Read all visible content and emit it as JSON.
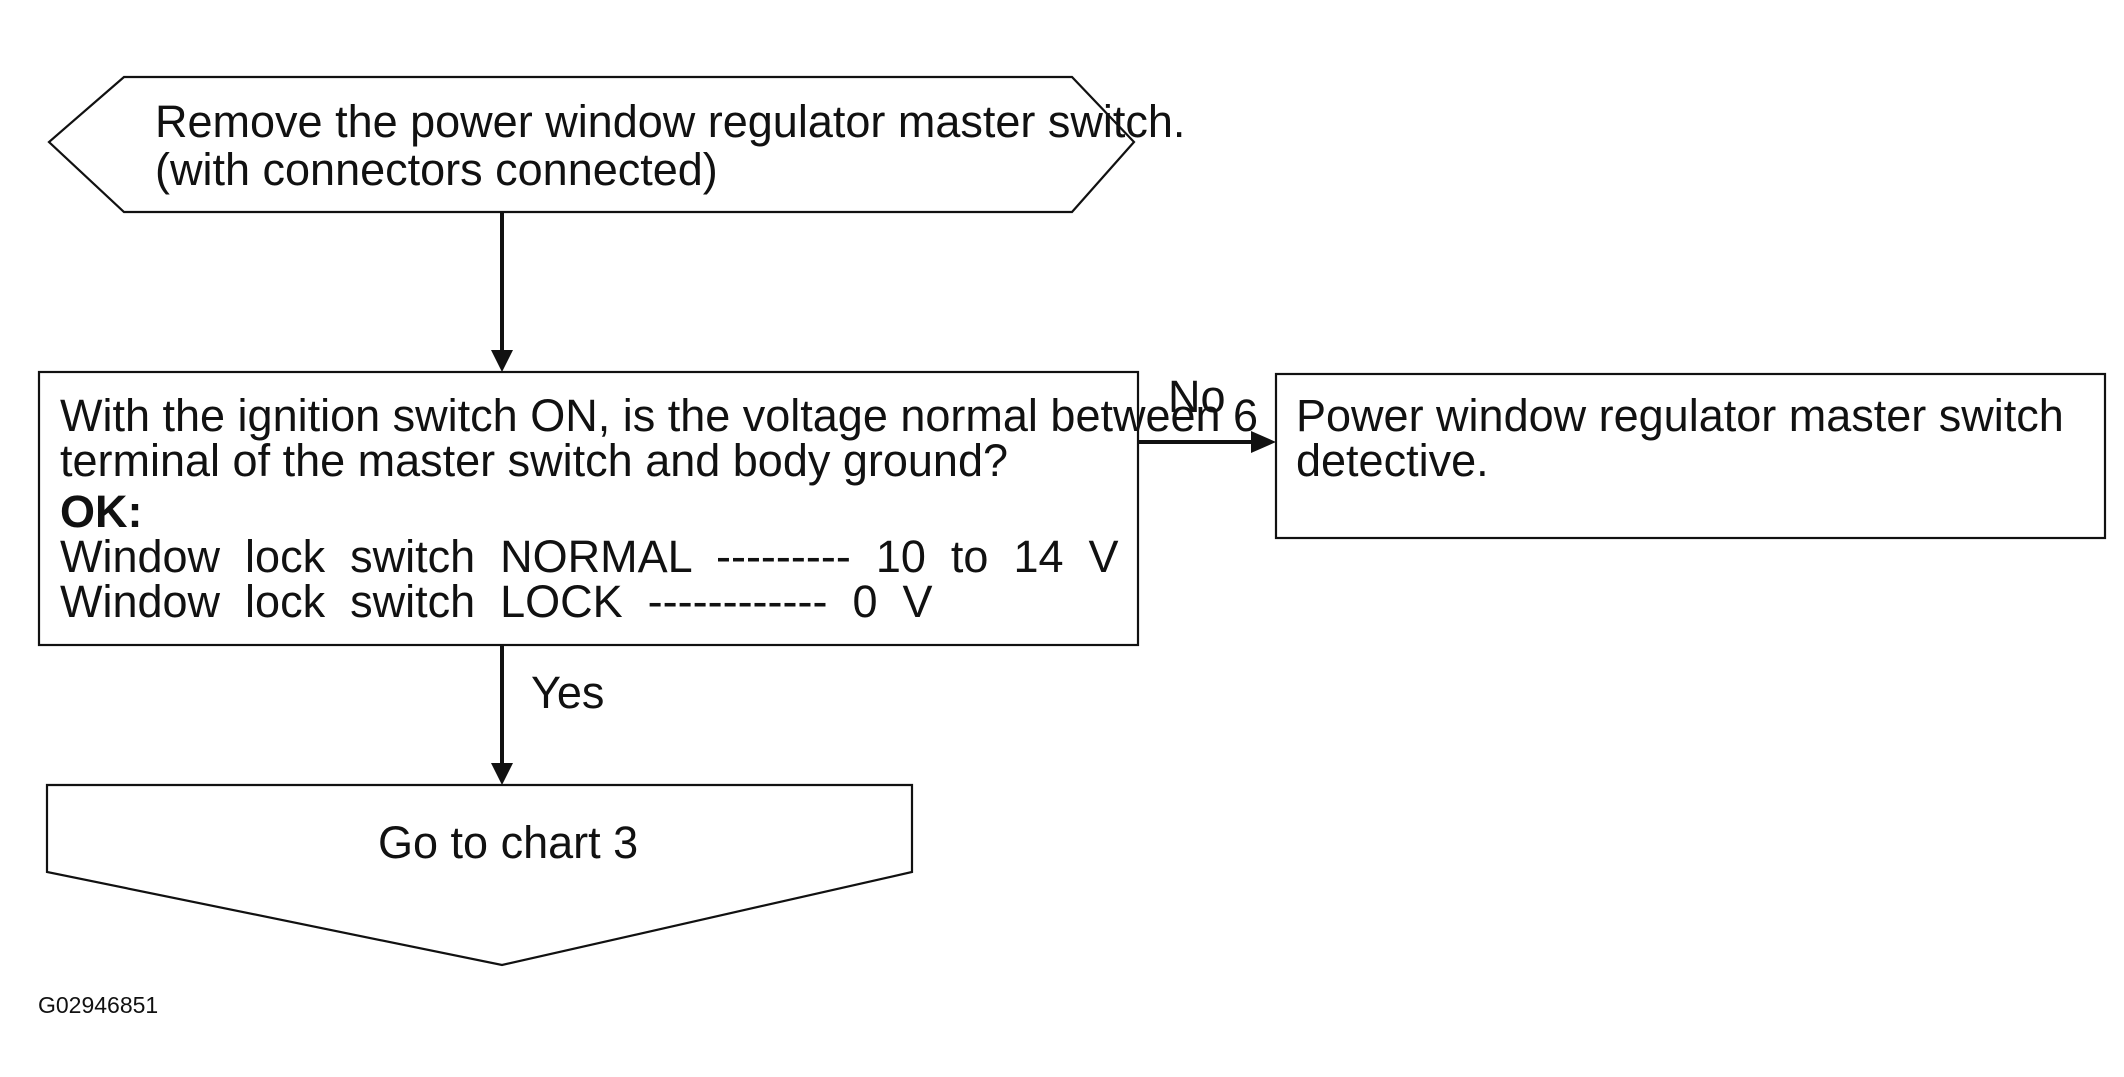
{
  "start_node": {
    "line1": "Remove the power window regulator master switch.",
    "line2": "(with connectors connected)"
  },
  "decision_node": {
    "line1": "With the ignition switch ON, is the voltage normal between 6",
    "line2": "terminal of the master switch and body ground?",
    "ok_label": "OK:",
    "spec_normal": "Window  lock  switch  NORMAL  ---------  10  to  14  V",
    "spec_lock": "Window  lock  switch  LOCK  ------------  0  V"
  },
  "result_node": {
    "line1": "Power window regulator master switch",
    "line2": "detective."
  },
  "end_node": {
    "label": "Go to chart 3"
  },
  "branches": {
    "no": "No",
    "yes": "Yes"
  },
  "figure_id": "G02946851"
}
